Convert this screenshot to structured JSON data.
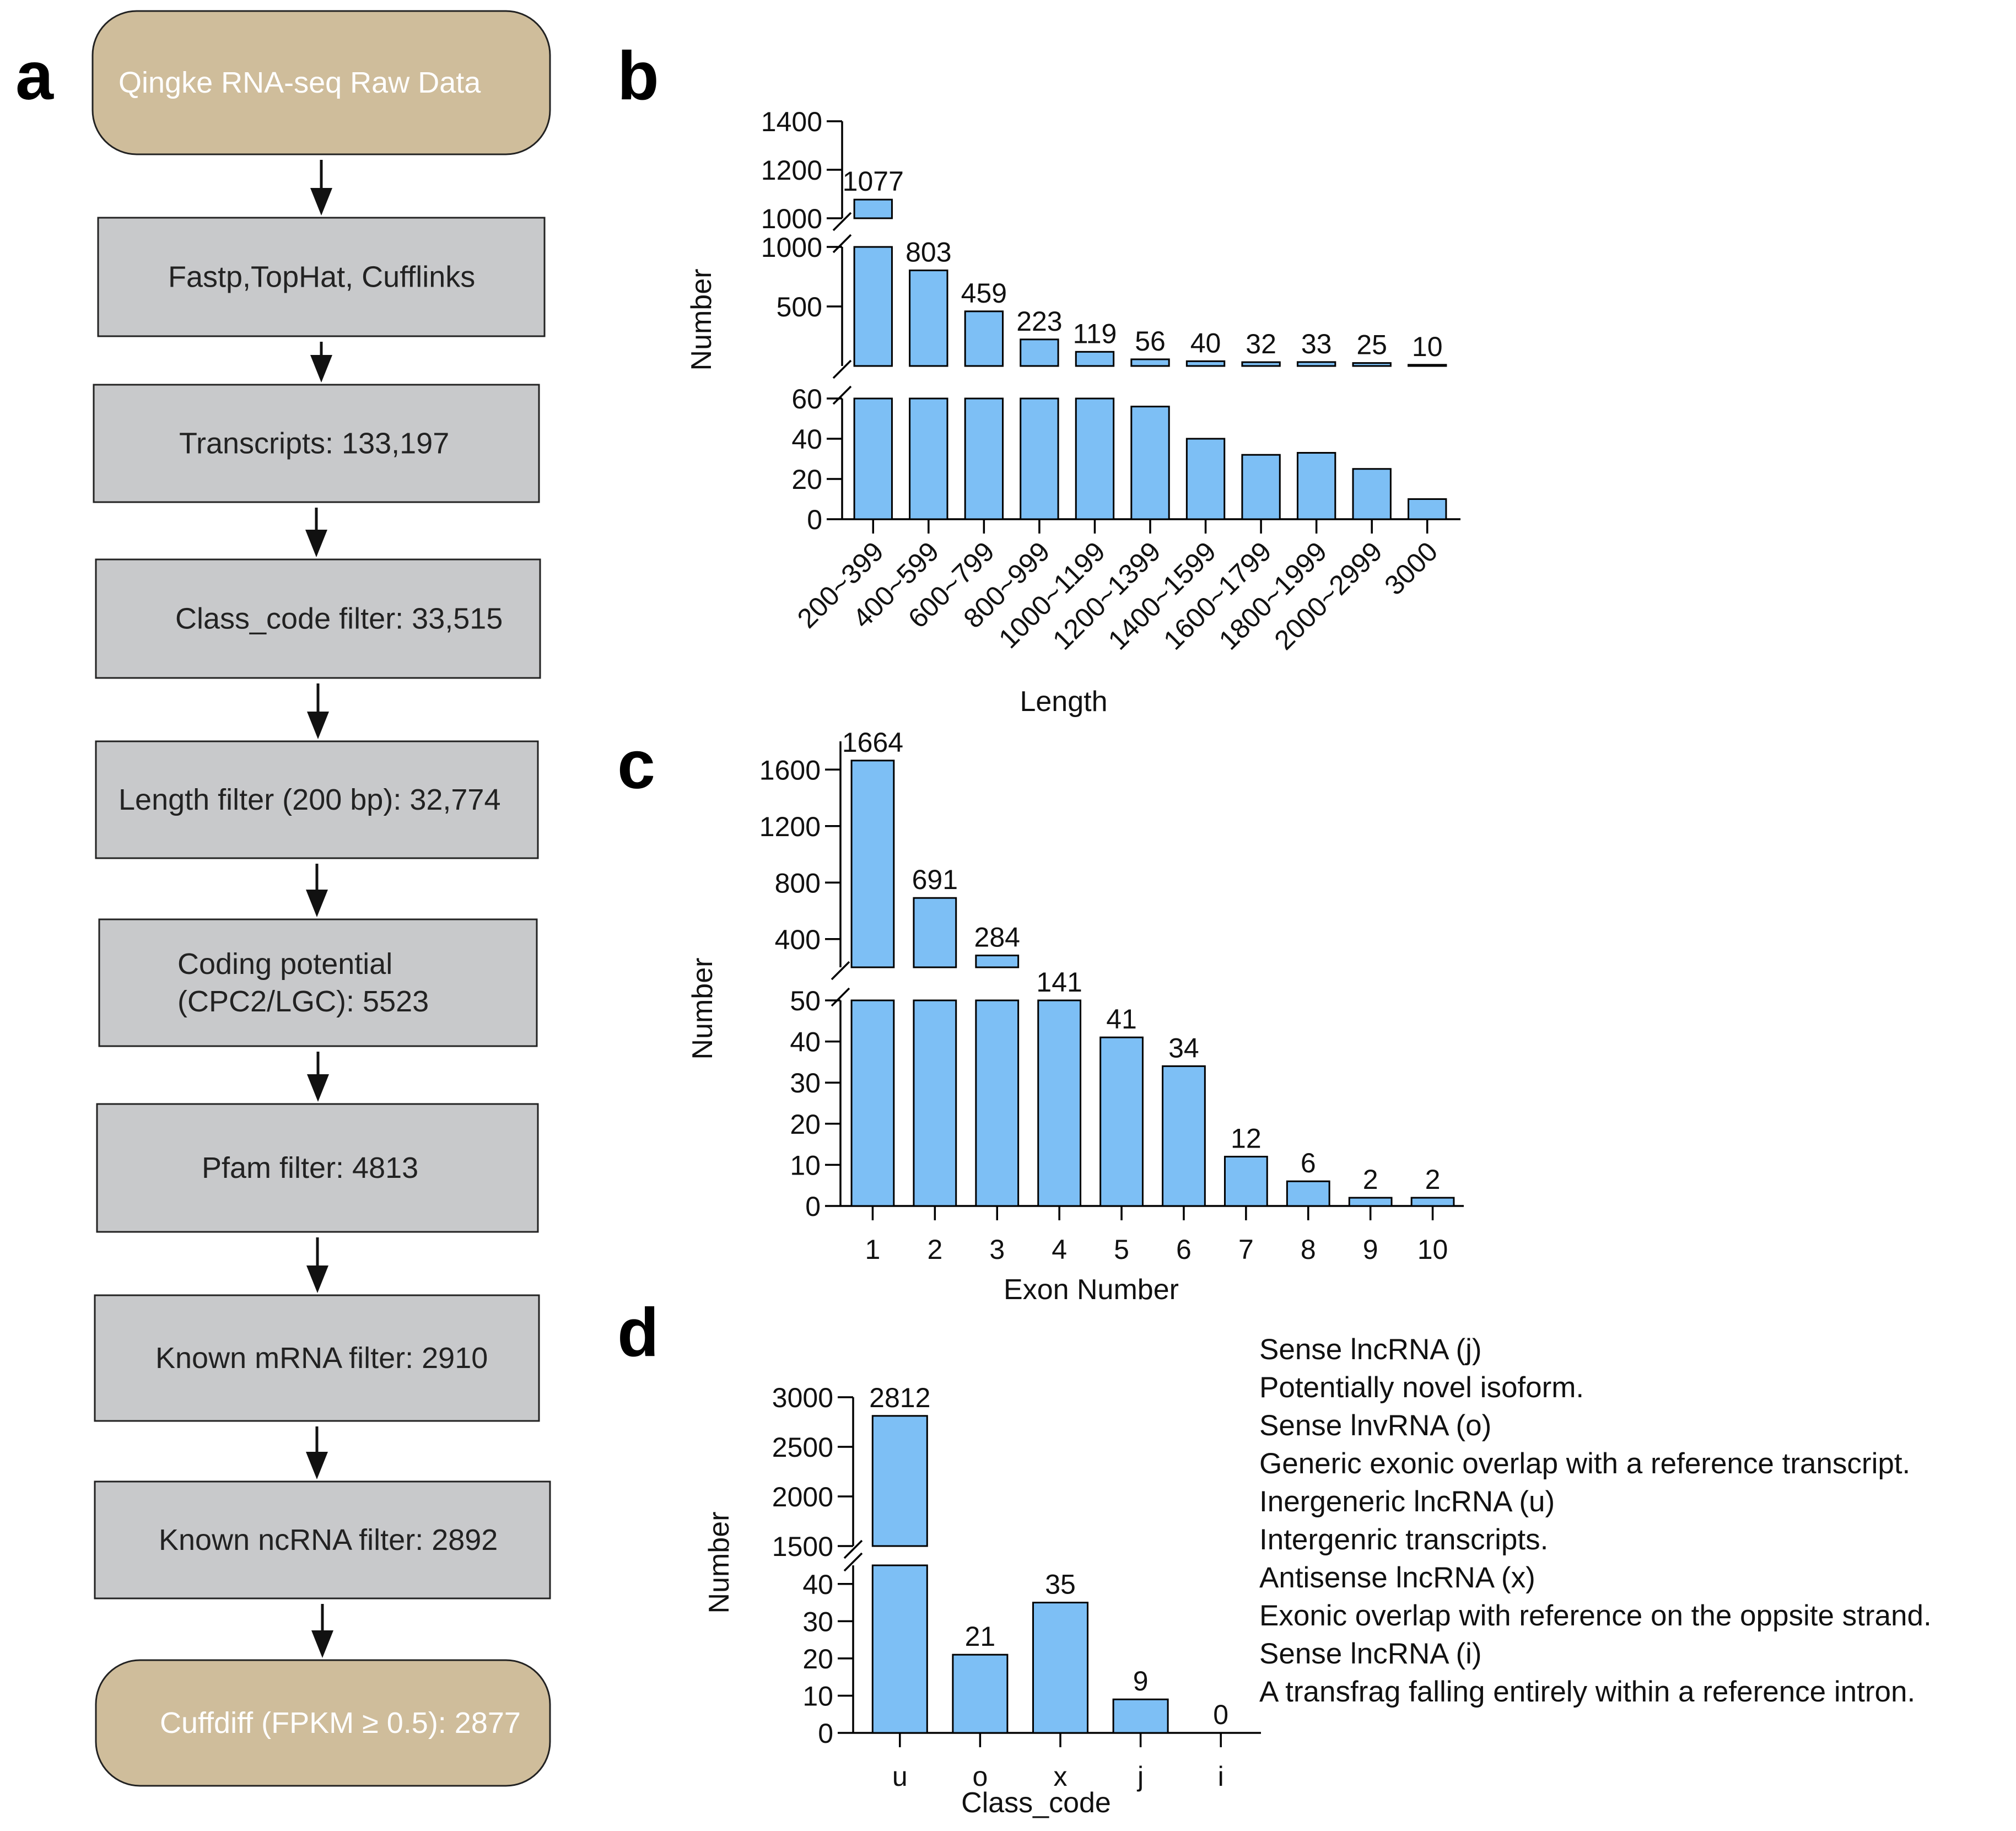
{
  "panel_labels": {
    "a": "a",
    "b": "b",
    "c": "c",
    "d": "d"
  },
  "colors": {
    "bar": "#7dbff5",
    "terminal_box": "#cfbd9b",
    "process_box": "#c8c9cb"
  },
  "flowchart": {
    "steps": [
      {
        "lines": [
          "Qingke RNA-seq  Raw  Data"
        ],
        "kind": "terminal"
      },
      {
        "lines": [
          "Fastp,TopHat, Cufflinks"
        ],
        "kind": "process"
      },
      {
        "lines": [
          "Transcripts: 133,197"
        ],
        "kind": "process"
      },
      {
        "lines": [
          "Class_code filter: 33,515"
        ],
        "kind": "process"
      },
      {
        "lines": [
          "Length filter (200 bp): 32,774"
        ],
        "kind": "process"
      },
      {
        "lines": [
          "Coding potential",
          "(CPC2/LGC): 5523"
        ],
        "kind": "process"
      },
      {
        "lines": [
          "Pfam filter: 4813"
        ],
        "kind": "process"
      },
      {
        "lines": [
          "Known mRNA filter: 2910"
        ],
        "kind": "process"
      },
      {
        "lines": [
          "Known ncRNA filter: 2892"
        ],
        "kind": "process"
      },
      {
        "lines": [
          "Cuffdiff (FPKM ≥ 0.5): 2877"
        ],
        "kind": "terminal"
      }
    ]
  },
  "chart_data": [
    {
      "id": "b",
      "type": "bar",
      "xlabel": "Length",
      "ylabel": "Number",
      "categories": [
        "200~399",
        "400~599",
        "600~799",
        "800~999",
        "1000~1199",
        "1200~1399",
        "1400~1599",
        "1600~1799",
        "1800~1999",
        "2000~2999",
        "3000"
      ],
      "values": [
        1077,
        803,
        459,
        223,
        119,
        56,
        40,
        32,
        33,
        25,
        10
      ],
      "data_labels": [
        "1077",
        "803",
        "459",
        "223",
        "119",
        "56",
        "40",
        "32",
        "33",
        "25",
        "10"
      ],
      "y_axis_breaks": [
        {
          "range": [
            0,
            60
          ],
          "ticks": [
            "0",
            "20",
            "40",
            "60"
          ]
        },
        {
          "range": [
            0,
            1000
          ],
          "ticks": [
            "500",
            "1000"
          ]
        },
        {
          "range": [
            1000,
            1400
          ],
          "ticks": [
            "1000",
            "1200",
            "1400"
          ]
        }
      ]
    },
    {
      "id": "c",
      "type": "bar",
      "xlabel": "Exon Number",
      "ylabel": "Number",
      "categories": [
        "1",
        "2",
        "3",
        "4",
        "5",
        "6",
        "7",
        "8",
        "9",
        "10"
      ],
      "values": [
        1664,
        691,
        284,
        141,
        41,
        34,
        12,
        6,
        2,
        2
      ],
      "data_labels": [
        "1664",
        "691",
        "284",
        "141",
        "41",
        "34",
        "12",
        "6",
        "2",
        "2"
      ],
      "y_axis_breaks": [
        {
          "range": [
            0,
            50
          ],
          "ticks": [
            "0",
            "10",
            "20",
            "30",
            "40",
            "50"
          ]
        },
        {
          "range": [
            200,
            1800
          ],
          "ticks": [
            "400",
            "800",
            "1200",
            "1600"
          ]
        }
      ]
    },
    {
      "id": "d",
      "type": "bar",
      "xlabel": "Class_code",
      "ylabel": "Number",
      "categories": [
        "u",
        "o",
        "x",
        "j",
        "i"
      ],
      "values": [
        2812,
        21,
        35,
        9,
        0
      ],
      "data_labels": [
        "2812",
        "21",
        "35",
        "9",
        "0"
      ],
      "y_axis_breaks": [
        {
          "range": [
            0,
            45
          ],
          "ticks": [
            "0",
            "10",
            "20",
            "30",
            "40"
          ]
        },
        {
          "range": [
            1500,
            3000
          ],
          "ticks": [
            "1500",
            "2000",
            "2500",
            "3000"
          ]
        }
      ],
      "legend": [
        "Sense lncRNA (j)",
        "Potentially  novel isoform.",
        "Sense lnvRNA (o)",
        "Generic  exonic overlap  with a reference  transcript.",
        "Inergeneric lncRNA (u)",
        "Intergenric transcripts.",
        "Antisense lncRNA (x)",
        "Exonic overlap with reference  on the  oppsite strand.",
        "Sense lncRNA (i)",
        "A transfrag falling entirely within a reference intron."
      ]
    }
  ]
}
